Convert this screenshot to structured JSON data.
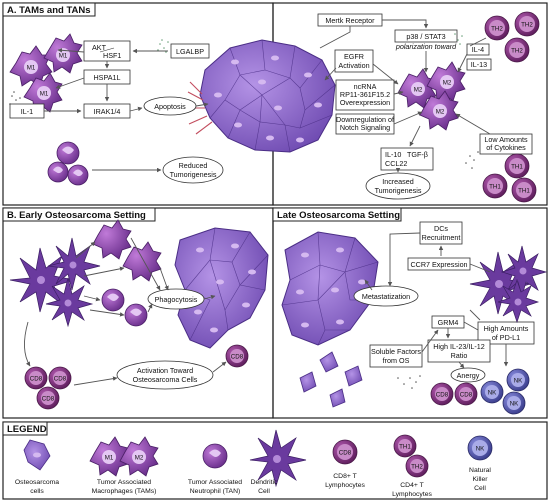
{
  "panels": {
    "a_title": "A. TAMs and TANs",
    "b_title": "B. Early Osteosarcoma Setting",
    "late_title": "Late Osteosarcoma Setting",
    "legend_title": "LEGEND"
  },
  "panel_a": {
    "akt": "AKT",
    "hsf1": "HSF1",
    "hspa1l": "HSPA1L",
    "il1": "IL-1",
    "irak": "IRAK1/4",
    "lgalbp": "LGALBP",
    "apoptosis": "Apoptosis",
    "reduced_1": "Reduced",
    "reduced_2": "Tumorigenesis",
    "mertk": "Mertk Receptor",
    "p38": "p38 / STAT3",
    "polarization": "polarization toward",
    "egfr_1": "EGFR",
    "egfr_2": "Activation",
    "ncrna_1": "ncRNA",
    "ncrna_2": "RP11-361F15.2",
    "ncrna_3": "Overexpression",
    "notch_1": "Downregulation of",
    "notch_2": "Notch Signaling",
    "il4": "IL-4",
    "il13": "IL-13",
    "low_1": "Low Amounts",
    "low_2": "of Cytokines",
    "il10": "IL-10",
    "tgfb": "TGF-β",
    "ccl22": "CCL22",
    "increased_1": "Increased",
    "increased_2": "Tumorigenesis"
  },
  "panel_b": {
    "phagocytosis": "Phagocytosis",
    "activation_1": "Activation Toward",
    "activation_2": "Osteosarcoma Cells"
  },
  "panel_late": {
    "dcs_1": "DCs",
    "dcs_2": "Recruitment",
    "ccr7": "CCR7 Expression",
    "metast": "Metastatization",
    "grm4": "GRM4",
    "high_pd_1": "High Amounts",
    "high_pd_2": "of PD-L1",
    "il23_1": "High IL-23/IL-12",
    "il23_2": "Ratio",
    "soluble_1": "Soluble Factors",
    "soluble_2": "from OS",
    "anergy": "Anergy"
  },
  "cells": {
    "m1": "M1",
    "m2": "M2",
    "th1": "TH1",
    "th2": "TH2",
    "cd8": "CD8",
    "nk": "NK"
  },
  "legend": {
    "osteosarcoma_1": "Osteosarcoma",
    "osteosarcoma_2": "cells",
    "tams_1": "Tumor Associated",
    "tams_2": "Macrophages (TAMs)",
    "tan_1": "Tumor Associated",
    "tan_2": "Neutrophil (TAN)",
    "dc_1": "Dendritic",
    "dc_2": "Cell",
    "cd8_1": "CD8+ T",
    "cd8_2": "Lymphocytes",
    "cd4_1": "CD4+ T",
    "cd4_2": "Lymphocytes",
    "nk_1": "Natural",
    "nk_2": "Killer",
    "nk_3": "Cell"
  },
  "colors": {
    "tumor": "#8a63c9",
    "tumor_dark": "#5c3f99",
    "macrophage": "#8d4fb0",
    "neutrophil": "#8a3fa6",
    "dc": "#6a3a9e",
    "cd8": "#7a2a78",
    "th": "#8e3a8e",
    "nk": "#4d4fa3",
    "nucleus": "#d9b8ee"
  }
}
